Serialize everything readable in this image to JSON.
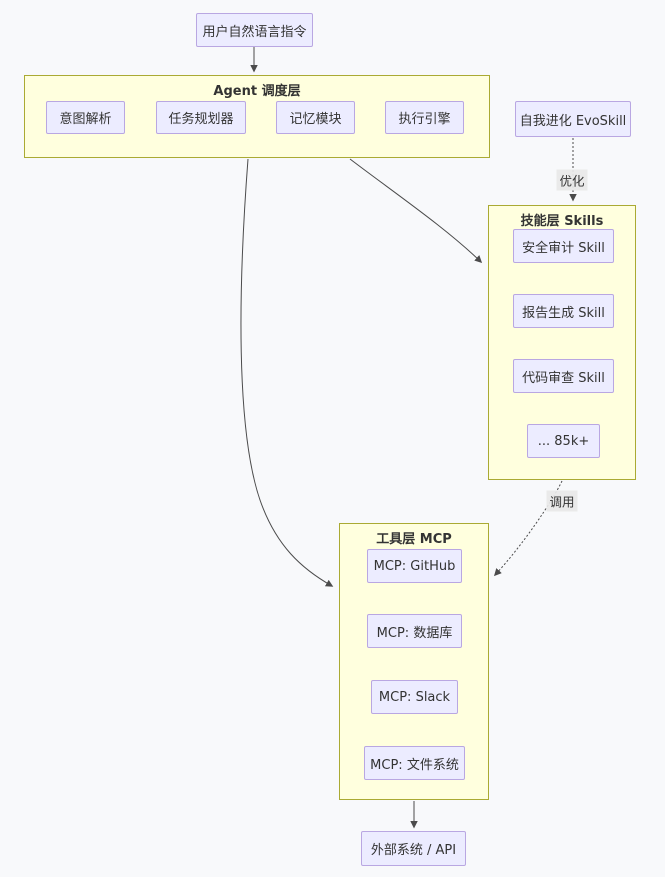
{
  "diagram": {
    "type": "flowchart",
    "background": "#f8f9fb",
    "colors": {
      "node_fill": "#ECECFF",
      "node_border": "#b9a7e2",
      "cluster_fill": "#FFFFDE",
      "cluster_border": "#AAAA33",
      "edge_color": "#4b4b4b",
      "edge_label_bg": "#e8e8e8",
      "text_color": "#333333"
    },
    "nodes": {
      "user_input": "用户自然语言指令",
      "evoskill": "自我进化 EvoSkill",
      "external_api": "外部系统 / API"
    },
    "agent_layer": {
      "title": "Agent 调度层",
      "modules": [
        "意图解析",
        "任务规划器",
        "记忆模块",
        "执行引擎"
      ]
    },
    "skills_layer": {
      "title": "技能层 Skills",
      "skills": [
        "安全审计 Skill",
        "报告生成 Skill",
        "代码审查 Skill",
        "... 85k+"
      ]
    },
    "mcp_layer": {
      "title": "工具层 MCP",
      "tools": [
        "MCP: GitHub",
        "MCP: 数据库",
        "MCP: Slack",
        "MCP: 文件系统"
      ]
    },
    "edge_labels": {
      "optimize": "优化",
      "invoke": "调用"
    }
  }
}
